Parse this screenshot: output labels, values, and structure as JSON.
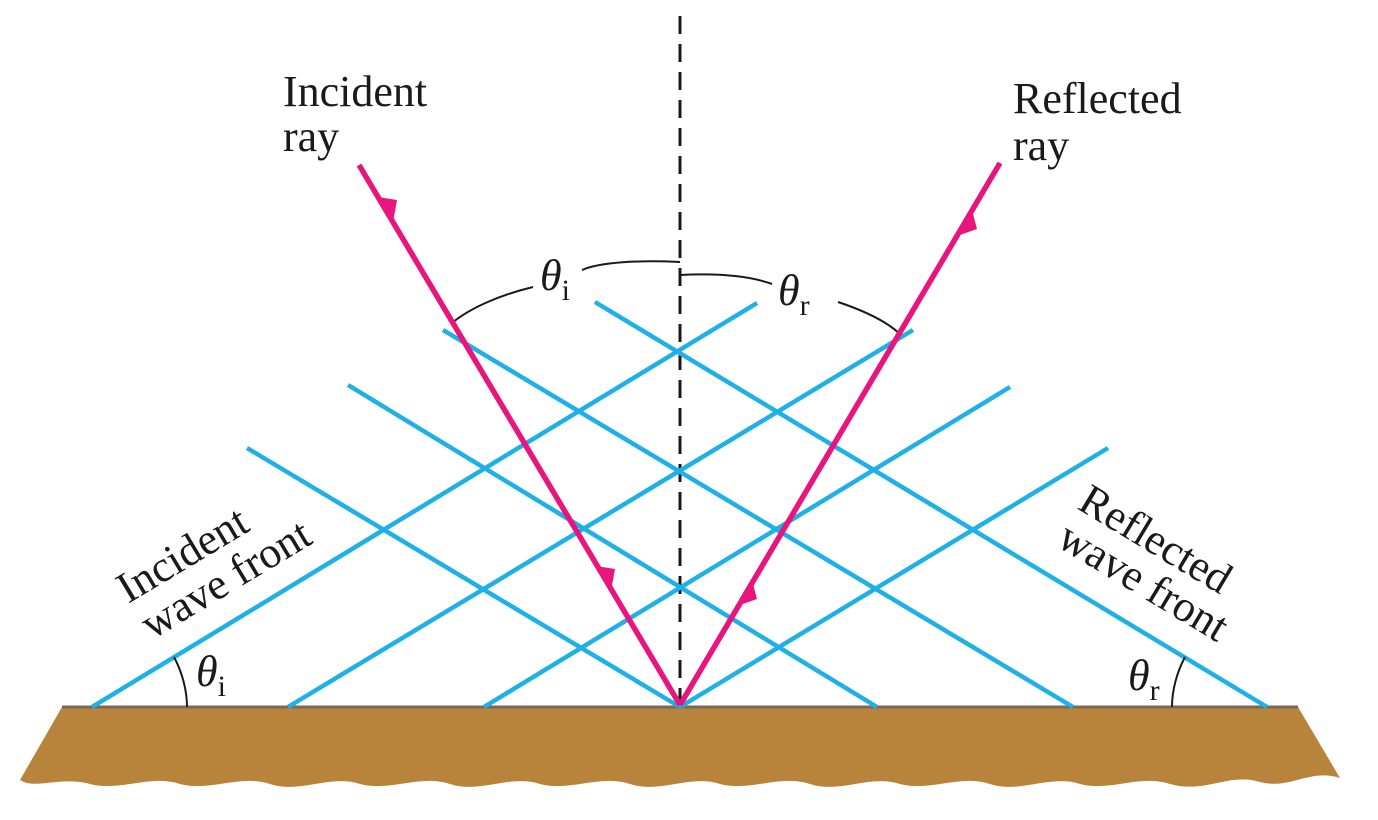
{
  "labels": {
    "incident_ray_line1": "Incident",
    "incident_ray_line2": "ray",
    "reflected_ray_line1": "Reflected",
    "reflected_ray_line2": "ray",
    "incident_front_line1": "Incident",
    "incident_front_line2": "wave front",
    "reflected_front_line1": "Reflected",
    "reflected_front_line2": "wave front",
    "theta_symbol": "θ",
    "sub_i": "i",
    "sub_r": "r"
  },
  "colors": {
    "wave_front": "#1fb0e8",
    "ray": "#e8157f",
    "surface": "#b8843c",
    "normal": "#1a1a1a"
  }
}
